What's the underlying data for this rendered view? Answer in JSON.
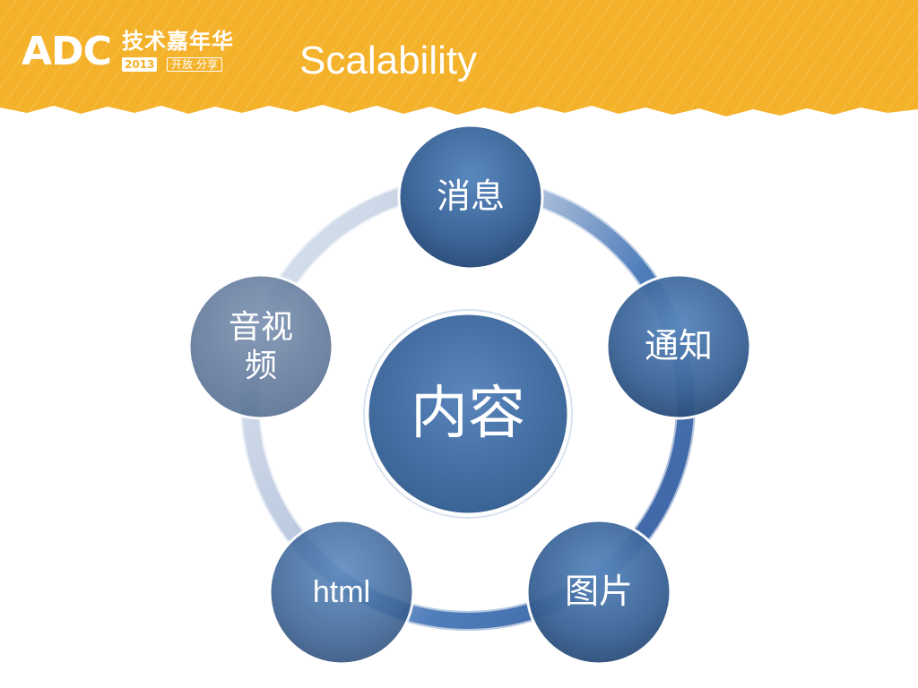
{
  "slide": {
    "title": "Scalability"
  },
  "logo": {
    "brand": "ADC",
    "cn_name": "技术嘉年华",
    "year": "2013",
    "tagline": "开放·分享"
  },
  "colors": {
    "banner": "#f4b12a",
    "node_fill": "#3c6597",
    "node_fill_light": "#5a88be",
    "ring": "#c8d3e6",
    "ring_dark": "#2d5aa0"
  },
  "diagram": {
    "center": {
      "label": "内容"
    },
    "nodes": [
      {
        "label": "消息"
      },
      {
        "label": "通知"
      },
      {
        "label": "图片"
      },
      {
        "label": "html"
      },
      {
        "label": "音视频"
      }
    ]
  }
}
